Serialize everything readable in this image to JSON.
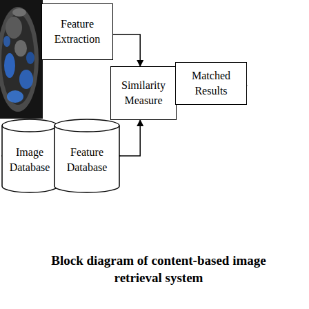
{
  "diagram": {
    "caption": "Block diagram of content-based image retrieval system",
    "nodes": [
      {
        "text": [
          "Feature Extraction"
        ]
      },
      {
        "text": [
          "Similarity Measure"
        ]
      },
      {
        "text": [
          "Matched Results"
        ]
      },
      {
        "text": [
          "Image Database"
        ]
      },
      {
        "text": [
          "Feature Database"
        ]
      }
    ],
    "edges": [
      {
        "from": 3,
        "to": 4,
        "arrow": "to"
      },
      {
        "from": 0,
        "to": 1,
        "arrow": "to"
      },
      {
        "from": 4,
        "to": 1,
        "arrow": "to"
      },
      {
        "from": 1,
        "to": 2,
        "arrow": "to"
      }
    ]
  }
}
